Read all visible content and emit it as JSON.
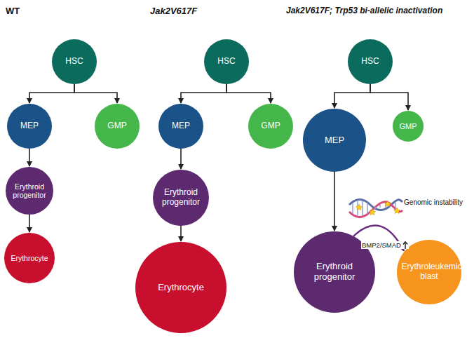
{
  "diagram": {
    "nodes": [
      {
        "text": [
          "HSC"
        ]
      },
      {
        "text": [
          "MEP"
        ]
      },
      {
        "text": [
          "GMP"
        ]
      },
      {
        "text": [
          "Erythroid progenitor"
        ]
      },
      {
        "text": [
          "Erythrocyte"
        ]
      },
      {
        "text": [
          "HSC"
        ]
      },
      {
        "text": [
          "MEP"
        ]
      },
      {
        "text": [
          "GMP"
        ]
      },
      {
        "text": [
          "Erythroid progenitor"
        ]
      },
      {
        "text": [
          "Erythrocyte"
        ]
      },
      {
        "text": [
          "HSC"
        ]
      },
      {
        "text": [
          "MEP"
        ]
      },
      {
        "text": [
          "GMP"
        ]
      },
      {
        "text": [
          "Erythroid progenitor"
        ]
      },
      {
        "text": [
          "Erythroleukemic blast"
        ]
      }
    ],
    "edges": [
      {
        "from": 0,
        "to": 1,
        "arrow": "to"
      },
      {
        "from": 0,
        "to": 2,
        "arrow": "to"
      },
      {
        "from": 1,
        "to": 3,
        "arrow": "to"
      },
      {
        "from": 3,
        "to": 4,
        "arrow": "to"
      },
      {
        "from": 5,
        "to": 6,
        "arrow": "to"
      },
      {
        "from": 5,
        "to": 7,
        "arrow": "to"
      },
      {
        "from": 6,
        "to": 8,
        "arrow": "to"
      },
      {
        "from": 8,
        "to": 9,
        "arrow": "to"
      },
      {
        "from": 10,
        "to": 11,
        "arrow": "to"
      },
      {
        "from": 10,
        "to": 12,
        "arrow": "to"
      },
      {
        "from": 11,
        "to": 13,
        "arrow": "to"
      },
      {
        "from": 13,
        "to": 14,
        "label": "BMP2/SMAD",
        "arrow": "to"
      }
    ],
    "labels": [
      "WT",
      "Jak2V617F",
      "Jak2V617F; Trp53 bi-allelic inactivation",
      "Genomic instability"
    ]
  }
}
